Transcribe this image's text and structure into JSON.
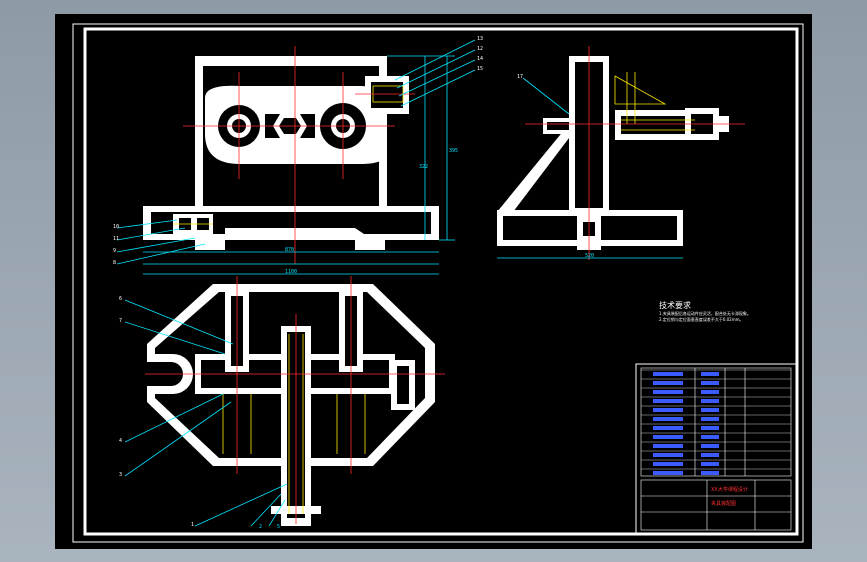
{
  "drawing": {
    "background": "#000000",
    "frame_color": "#00e5ff",
    "part_color": "#ffffff",
    "center_color": "#ff2a2a",
    "thread_color": "#ffe600"
  },
  "technical_requirements": {
    "title": "技术要求",
    "lines": [
      "1.夹具装配后各运动件应灵活，配合处无卡滞现象。",
      "2.定位销与定位面垂直度误差不大于0.02mm。"
    ]
  },
  "balloons": {
    "top_right": [
      "13",
      "12",
      "14",
      "15"
    ],
    "left_front": [
      "10",
      "11",
      "9",
      "8"
    ],
    "left_plan": [
      "6",
      "7",
      "4",
      "3",
      "1"
    ],
    "side": [
      "17"
    ]
  },
  "dimensions": {
    "front": [
      "870",
      "1100",
      "322",
      "395"
    ],
    "side": [
      "520"
    ],
    "plan_bottom": [
      "2",
      "5"
    ]
  },
  "title_block": {
    "red_text": "XX大学课程设计",
    "red_text_2": "夹具装配图"
  }
}
